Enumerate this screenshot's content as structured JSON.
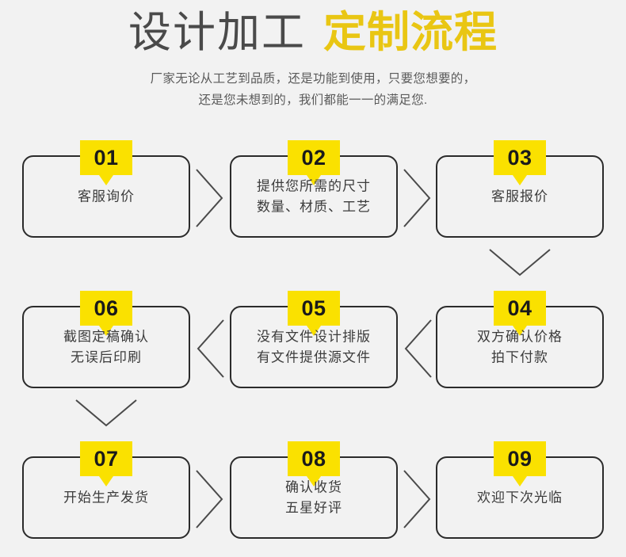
{
  "header": {
    "title_main": "设计加工",
    "title_accent": "定制流程",
    "subtitle_line1": "厂家无论从工艺到品质，还是功能到使用，只要您想要的，",
    "subtitle_line2": "还是您未想到的，我们都能一一的满足您."
  },
  "colors": {
    "background": "#f2f2f2",
    "badge_yellow": "#fae100",
    "title_gold": "#e9c613",
    "stroke_dark": "#2b2b2b",
    "text_gray": "#3c3c3c"
  },
  "steps": [
    {
      "number": "01",
      "line1": "客服询价",
      "line2": ""
    },
    {
      "number": "02",
      "line1": "提供您所需的尺寸",
      "line2": "数量、材质、工艺"
    },
    {
      "number": "03",
      "line1": "客服报价",
      "line2": ""
    },
    {
      "number": "04",
      "line1": "双方确认价格",
      "line2": "拍下付款"
    },
    {
      "number": "05",
      "line1": "没有文件设计排版",
      "line2": "有文件提供源文件"
    },
    {
      "number": "06",
      "line1": "截图定稿确认",
      "line2": "无误后印刷"
    },
    {
      "number": "07",
      "line1": "开始生产发货",
      "line2": ""
    },
    {
      "number": "08",
      "line1": "确认收货",
      "line2": "五星好评"
    },
    {
      "number": "09",
      "line1": "欢迎下次光临",
      "line2": ""
    }
  ],
  "connectors": [
    {
      "name": "arrow-01-to-02",
      "direction": "right"
    },
    {
      "name": "arrow-02-to-03",
      "direction": "right"
    },
    {
      "name": "arrow-03-to-04",
      "direction": "down"
    },
    {
      "name": "arrow-04-to-05",
      "direction": "left"
    },
    {
      "name": "arrow-05-to-06",
      "direction": "left"
    },
    {
      "name": "arrow-06-to-07",
      "direction": "down"
    },
    {
      "name": "arrow-07-to-08",
      "direction": "right"
    },
    {
      "name": "arrow-08-to-09",
      "direction": "right"
    }
  ]
}
